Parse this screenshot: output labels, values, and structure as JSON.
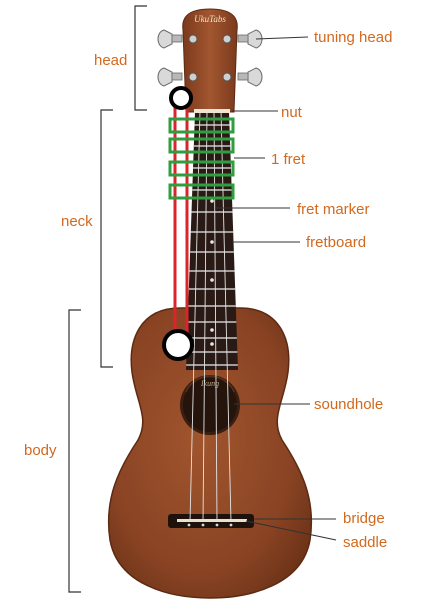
{
  "brand": "UkuTabs",
  "soundhole_brand": "Ikung",
  "labels": {
    "head": "head",
    "neck": "neck",
    "body": "body",
    "tuning_head": "tuning head",
    "nut": "nut",
    "fret": "1 fret",
    "fret_marker": "fret marker",
    "fretboard": "fretboard",
    "soundhole": "soundhole",
    "bridge": "bridge",
    "saddle": "saddle"
  },
  "colors": {
    "label": "#d2691e",
    "wood": "#8b4526",
    "fretboard": "#2a1a16",
    "highlight_string": "#d9262b",
    "fret_box": "#2e9e3e"
  }
}
